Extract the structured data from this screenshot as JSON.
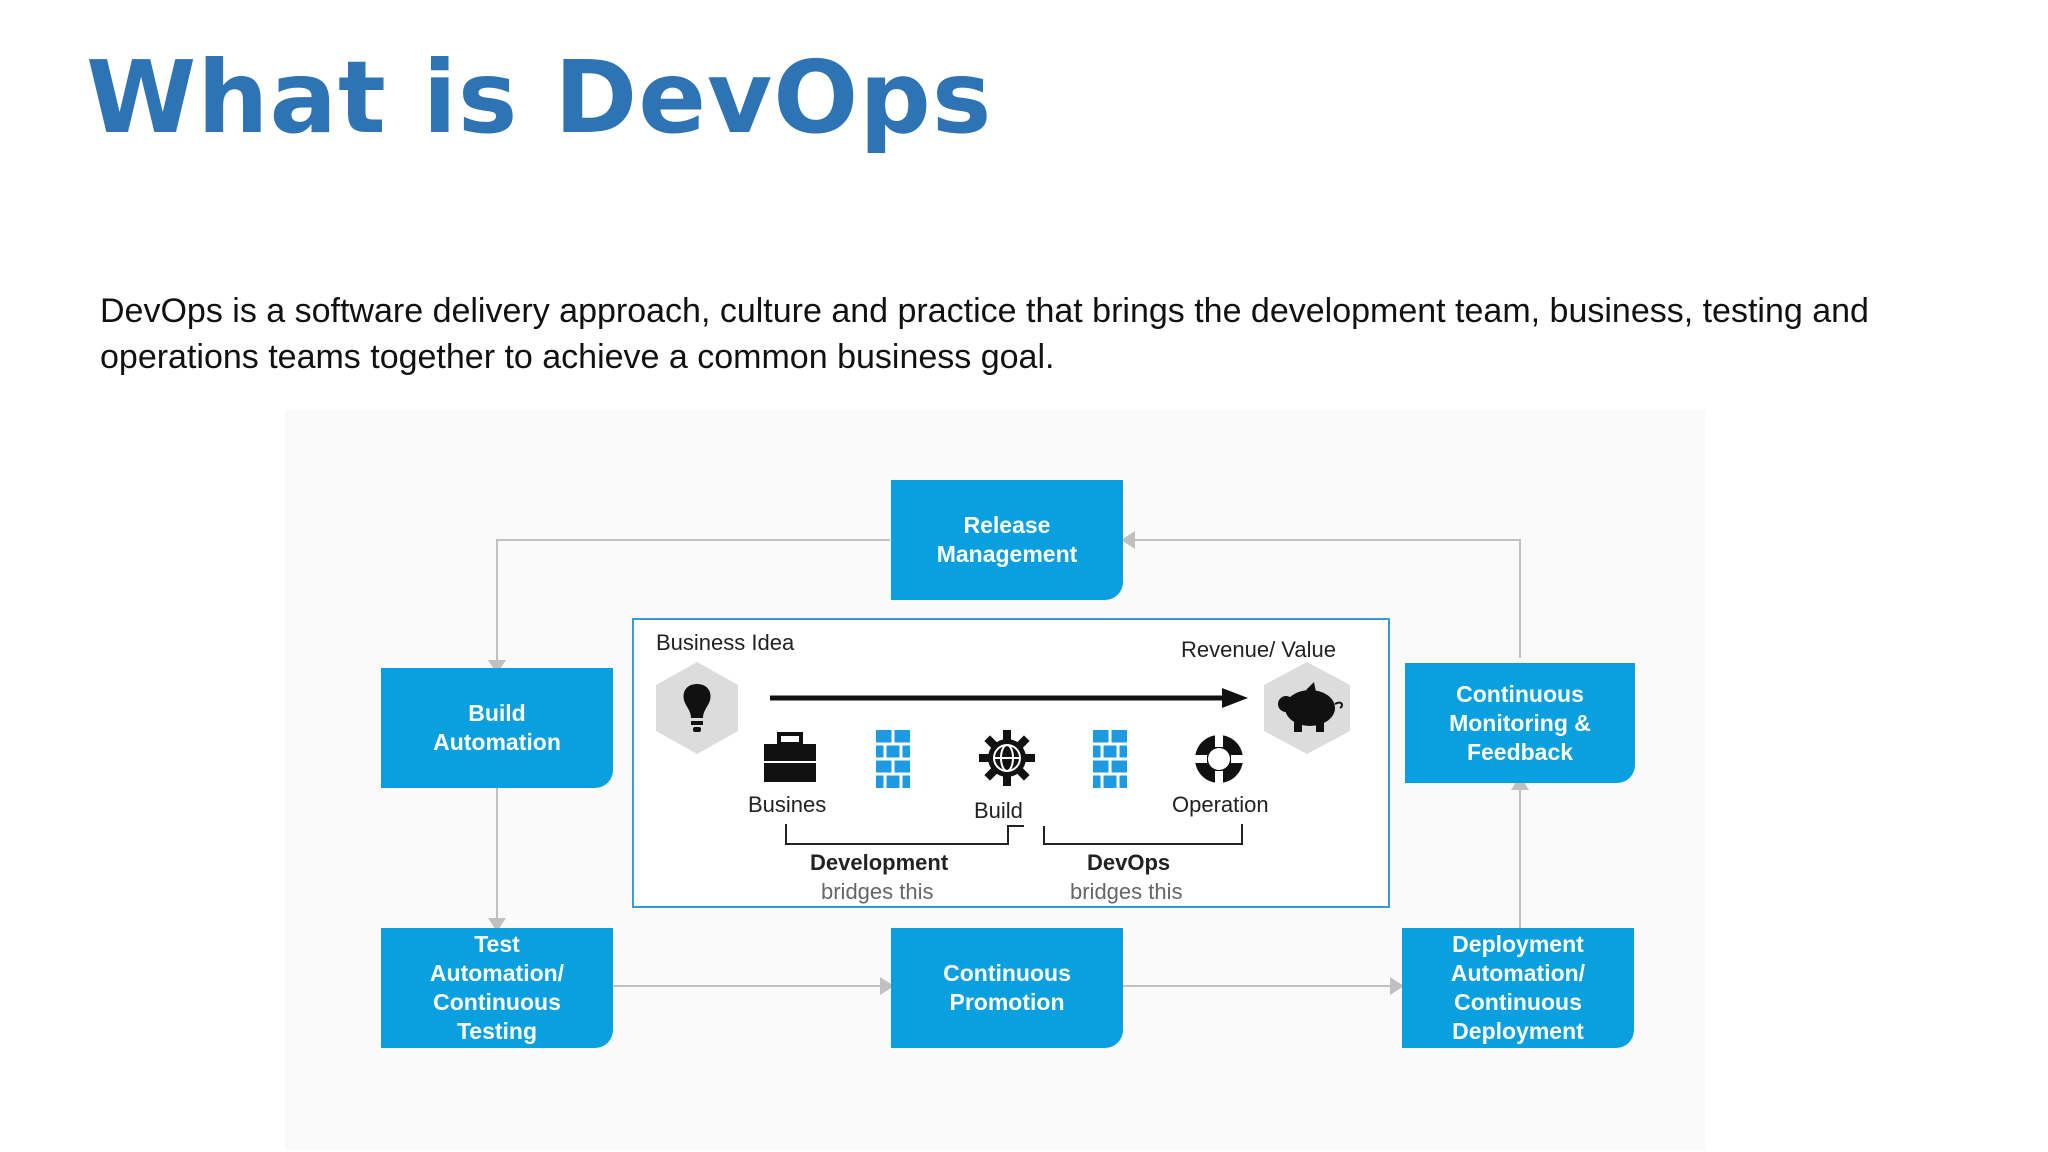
{
  "slide": {
    "title": "What is DevOps",
    "description": "DevOps is a software delivery approach, culture and practice that brings the development team, business, testing and operations teams together to achieve a common business goal."
  },
  "diagram": {
    "nodes": {
      "release": "Release\nManagement",
      "build_automation": "Build\nAutomation",
      "test_automation": "Test\nAutomation/\nContinuous\nTesting",
      "promotion": "Continuous\nPromotion",
      "deployment": "Deployment\nAutomation/\nContinuous\nDeployment",
      "monitoring": "Continuous\nMonitoring &\nFeedback"
    },
    "inner": {
      "business_idea": "Business Idea",
      "revenue_value": "Revenue/ Value",
      "business": "Busines",
      "build": "Build",
      "operation": "Operation",
      "development": "Development",
      "development_sub": "bridges this",
      "devops": "DevOps",
      "devops_sub": "bridges this"
    },
    "colors": {
      "node_fill": "#0aa0e0",
      "connector": "#c0c0c0",
      "inner_border": "#3a9ad9"
    },
    "icons": [
      "lightbulb-icon",
      "piggy-bank-icon",
      "briefcase-icon",
      "brick-wall-icon",
      "globe-gear-icon",
      "lifebuoy-icon"
    ]
  }
}
